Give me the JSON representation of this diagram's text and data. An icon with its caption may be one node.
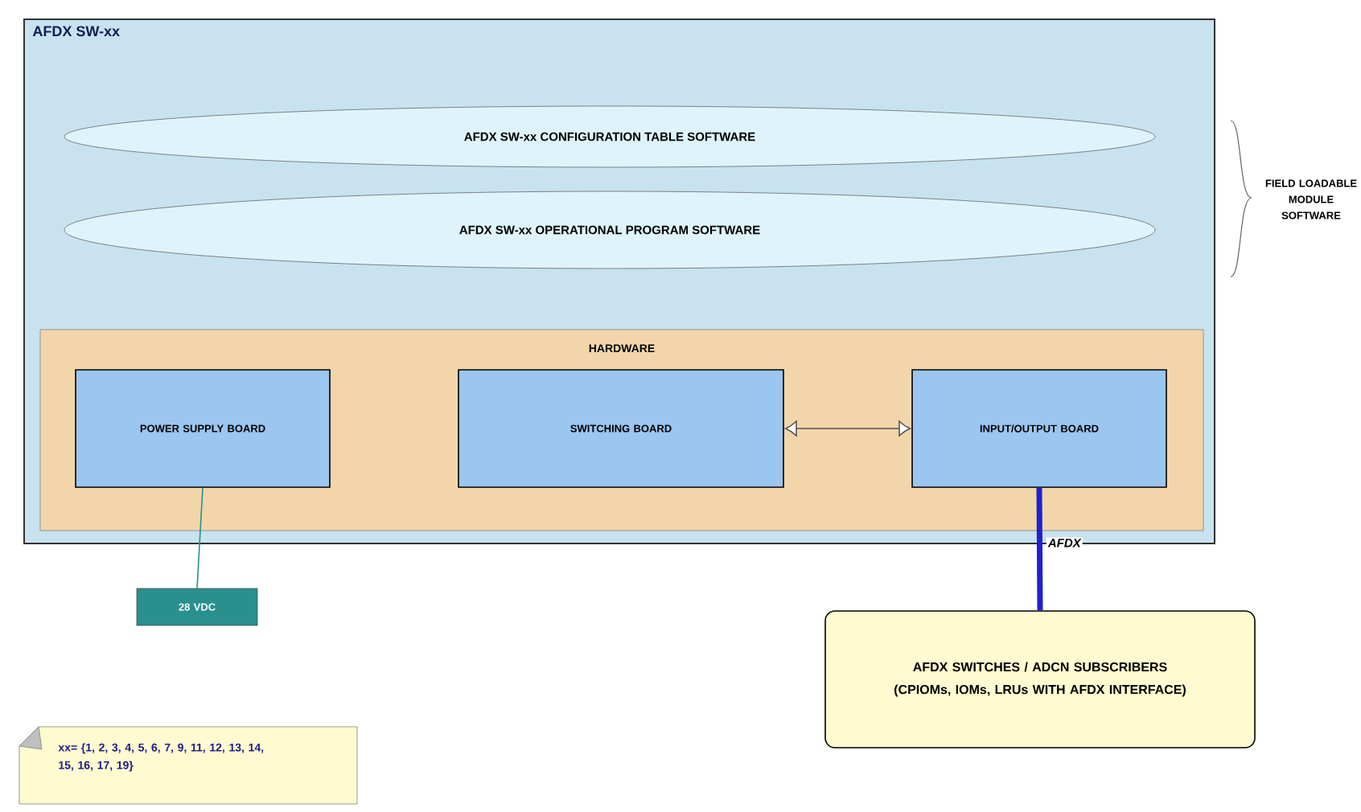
{
  "diagram": {
    "nodes": [
      {
        "text": [
          "AFDX SW-xx"
        ]
      },
      {
        "text": [
          "AFDX SW-xx CONFIGURATION TABLE SOFTWARE"
        ],
        "in": 0
      },
      {
        "text": [
          "AFDX SW-xx OPERATIONAL PROGRAM SOFTWARE"
        ],
        "in": 0
      },
      {
        "text": [
          "HARDWARE"
        ],
        "in": 0
      },
      {
        "text": [
          "POWER SUPPLY BOARD"
        ],
        "in": 3
      },
      {
        "text": [
          "SWITCHING BOARD"
        ],
        "in": 3
      },
      {
        "text": [
          "INPUT/OUTPUT BOARD"
        ],
        "in": 3
      },
      {
        "text": [
          "28 VDC"
        ]
      },
      {
        "text": [
          "AFDX SWITCHES / ADCN SUBSCRIBERS",
          "(CPIOMs, IOMs, LRUs WITH AFDX INTERFACE)"
        ]
      },
      {
        "text": [
          "xx= {1, 2, 3, 4, 5, 6, 7, 9, 11, 12, 13, 14, 15, 16, 17, 19}"
        ]
      }
    ],
    "edges": [
      {
        "from": 5,
        "to": 6,
        "arrow": "both",
        "color": "#555555"
      },
      {
        "from": 4,
        "to": 7,
        "arrow": "none",
        "color": "#2a8f8f"
      },
      {
        "from": 6,
        "to": 8,
        "arrow": "none",
        "label": "AFDX",
        "style": "thick",
        "color": "#2020d0"
      }
    ],
    "labels": [
      "FIELD LOADABLE MODULE SOFTWARE"
    ]
  }
}
